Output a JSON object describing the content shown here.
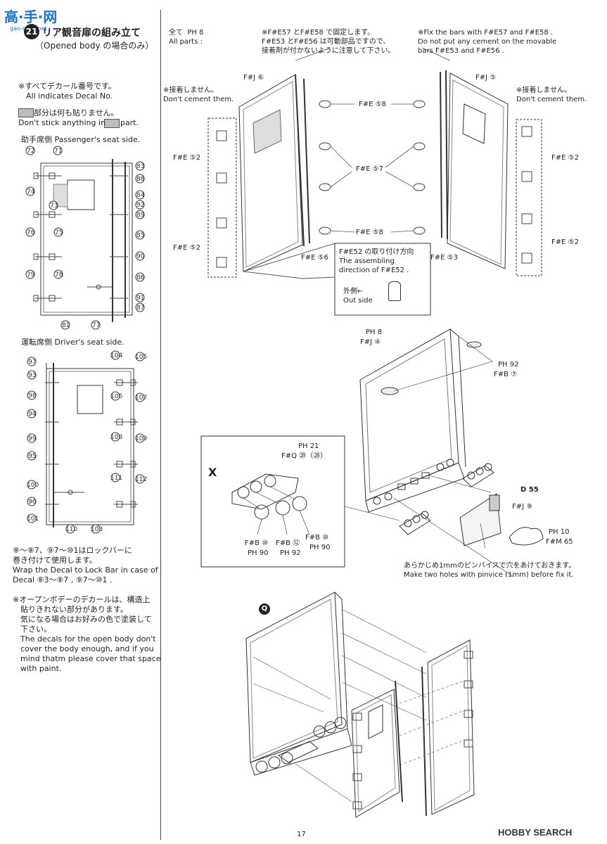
{
  "watermark": "高·手·网",
  "watermark_url": "gao-shou.net",
  "step_number": "21",
  "title_jp": "リア観音扉の組み立て",
  "title_en": "（Opened body の場合のみ）",
  "note_decal": "※すべてデカール番号です。\n　All indicates Decal No.",
  "note_gray": "　　部分は何も貼りません。\nDon't stick anything in      part.",
  "passenger_label": "助手席側 Passenger's seat side.",
  "driver_label": "運転席側 Driver's seat side.",
  "lockbar_note": "⑧～⑧7、⑨7～⑩1はロックバーに\n巻き付けて使用します。\nWrap the Decal to Lock Bar in case of\nDecal ⑧3～⑧7 , ⑨7～⑩1 .",
  "open_body_note": "※オープンボデーのデカールは、構造上\n　貼りきれない部分があります。\n　気になる場合はお好みの色で塗装して\n　下さい。\n　The decals for the open body don't\n　cover the body enough, and if you\n　mind thatm please cover that space\n　with paint.",
  "all_parts": "全て  PH 8\nAll parts :",
  "fix_note_jp": "※F#E57 とF#E58 で固定します。\nF#E53 とF#E56 は可動部品ですので、\n接着剤が付かないように注意して下さい。",
  "fix_note_en": "※Fix the bars with F#E57 and F#E58 .\nDo not put any cement on the movable\nbars F#E53 and F#E56 .",
  "dont_cement_left": "※接着しません。\nDon't cement them.",
  "dont_cement_right": "※接着しません。\nDon't cement them.",
  "labels_top": {
    "fj6": "F#J ⑥",
    "fj5": "F#J ⑤",
    "fe58a": "F#E ⑤8",
    "fe57": "F#E ⑤7",
    "fe58b": "F#E ⑤8",
    "fe52a": "F#E ⑤2",
    "fe52b": "F#E ⑤2",
    "fe52c": "F#E ⑤2",
    "fe52d": "F#E ⑤2",
    "fe56": "F#E ⑤6",
    "fe53": "F#E ⑤3"
  },
  "assembly_dir_box": "F#E52 の取り付け方向\nThe assembling\ndirection of F#E52 .",
  "outside_label": "外側←\nOut side",
  "labels_mid": {
    "ph8": "PH 8",
    "fj4": "F#J ④",
    "ph92": "PH 92",
    "fb7": "F#B ⑦",
    "d55": "D 55",
    "fj9": "F#J ⑨",
    "ph10": "PH 10",
    "fm65": "F#M 65"
  },
  "x_box": {
    "x_label": "X",
    "ph21": "PH 21",
    "fq": "F#Q ㉙（㉘）",
    "fb10a": "F#B ⑩",
    "ph90a": "PH 90",
    "fb12": "F#B ⑫",
    "ph92": "PH 92",
    "fb10b": "F#B ⑩",
    "ph90b": "PH 90"
  },
  "pinvice_note": "あらかじめ1mmのピンバイスで穴をあけておきます。\nMake two holes with pinvice (1mm) before fix it.",
  "q_label": "Q",
  "page_number": "17",
  "hobby_logo": "HOBBY SEARCH",
  "passenger_decals": [
    "72",
    "71",
    "73",
    "74",
    "75",
    "76",
    "78",
    "79",
    "81",
    "77",
    "83",
    "88",
    "84",
    "92",
    "89",
    "85",
    "90",
    "86",
    "91",
    "87"
  ],
  "driver_decals": [
    "97",
    "93",
    "98",
    "94",
    "99",
    "95",
    "100",
    "96",
    "101",
    "104",
    "105",
    "106",
    "107",
    "108",
    "109",
    "110",
    "111",
    "112",
    "103"
  ]
}
